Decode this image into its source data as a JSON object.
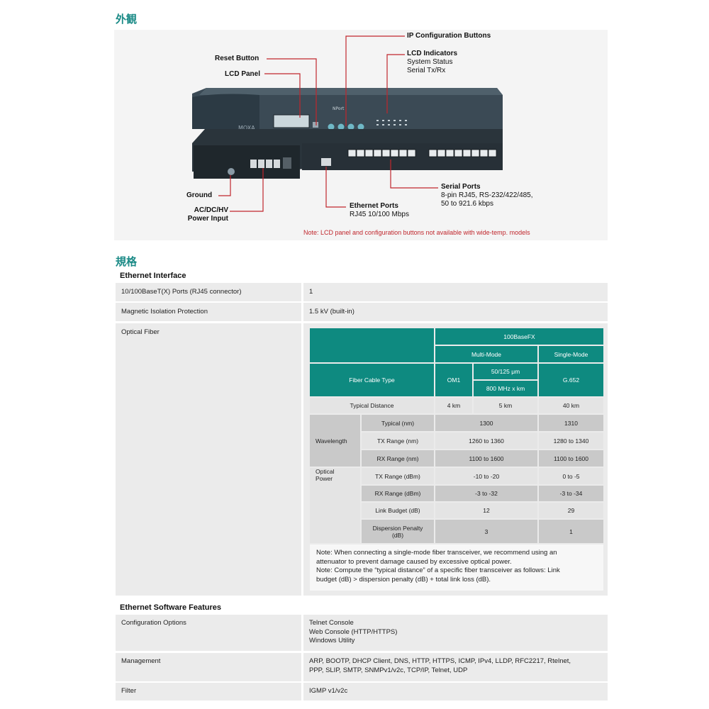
{
  "appearance": {
    "heading": "外観",
    "callouts": {
      "ip_buttons": "IP Configuration Buttons",
      "reset": "Reset Button",
      "lcd_panel": "LCD Panel",
      "lcd_indicators": {
        "title": "LCD Indicators",
        "lines": [
          "System Status",
          "Serial Tx/Rx"
        ]
      },
      "ground": "Ground",
      "power": {
        "line1": "AC/DC/HV",
        "line2": "Power Input"
      },
      "ethernet": {
        "title": "Ethernet Ports",
        "sub": "RJ45 10/100 Mbps"
      },
      "serial": {
        "title": "Serial Ports",
        "lines": [
          "8-pin RJ45, RS-232/422/485,",
          "50 to 921.6 kbps"
        ]
      }
    },
    "device_brand": "MOXA",
    "device_logo": "NPort",
    "note": "Note: LCD panel and configuration buttons not available with wide-temp. models",
    "colors": {
      "callout_line": "#c0262c",
      "note": "#c0262c"
    }
  },
  "specs": {
    "heading": "規格",
    "ethernet_interface": {
      "title": "Ethernet Interface",
      "rows": [
        {
          "label": "10/100BaseT(X) Ports (RJ45 connector)",
          "value": "1"
        },
        {
          "label": "Magnetic Isolation Protection",
          "value": "1.5 kV (built-in)"
        }
      ],
      "optical_label": "Optical Fiber"
    },
    "optical_table": {
      "header_100basefx": "100BaseFX",
      "multi_mode": "Multi-Mode",
      "single_mode": "Single-Mode",
      "fiber_cable_type": "Fiber Cable Type",
      "om1": "OM1",
      "size": "50/125 μm",
      "bandwidth": "800 MHz x km",
      "g652": "G.652",
      "typical_distance": {
        "label": "Typical Distance",
        "om1": "4 km",
        "mm": "5 km",
        "sm": "40 km"
      },
      "wavelength_group": "Wavelength",
      "wavelength": [
        {
          "label": "Typical (nm)",
          "mm": "1300",
          "sm": "1310"
        },
        {
          "label": "TX Range (nm)",
          "mm": "1260 to 1360",
          "sm": "1280 to 1340"
        },
        {
          "label": "RX Range (nm)",
          "mm": "1100 to 1600",
          "sm": "1100 to 1600"
        }
      ],
      "power_group": {
        "line1": "Optical",
        "line2": "Power"
      },
      "power": [
        {
          "label": "TX Range (dBm)",
          "mm": "-10 to -20",
          "sm": "0 to -5"
        },
        {
          "label": "RX Range (dBm)",
          "mm": "-3 to -32",
          "sm": "-3 to -34"
        },
        {
          "label": "Link Budget (dB)",
          "mm": "12",
          "sm": "29"
        },
        {
          "label1": "Dispersion Penalty",
          "label2": "(dB)",
          "mm": "3",
          "sm": "1"
        }
      ],
      "notes": [
        "Note: When connecting a single-mode fiber transceiver, we recommend using an",
        "attenuator to prevent damage caused by excessive optical power.",
        "Note: Compute the “typical distance” of a specific fiber transceiver as follows: Link",
        "budget (dB) > dispersion penalty (dB) + total link loss (dB)."
      ]
    },
    "software": {
      "title": "Ethernet Software Features",
      "config_label": "Configuration Options",
      "config_values": [
        "Telnet Console",
        "Web Console (HTTP/HTTPS)",
        "Windows Utility"
      ],
      "mgmt_label": "Management",
      "mgmt_values": [
        "ARP, BOOTP, DHCP Client, DNS, HTTP, HTTPS, ICMP, IPv4, LLDP, RFC2217, Rtelnet,",
        "PPP, SLIP, SMTP, SNMPv1/v2c, TCP/IP, Telnet, UDP"
      ],
      "filter_label": "Filter",
      "filter_value": "IGMP v1/v2c"
    },
    "colors": {
      "heading": "#1a8a86",
      "table_header": "#0e8a80",
      "row_bg": "#ebebeb"
    }
  }
}
